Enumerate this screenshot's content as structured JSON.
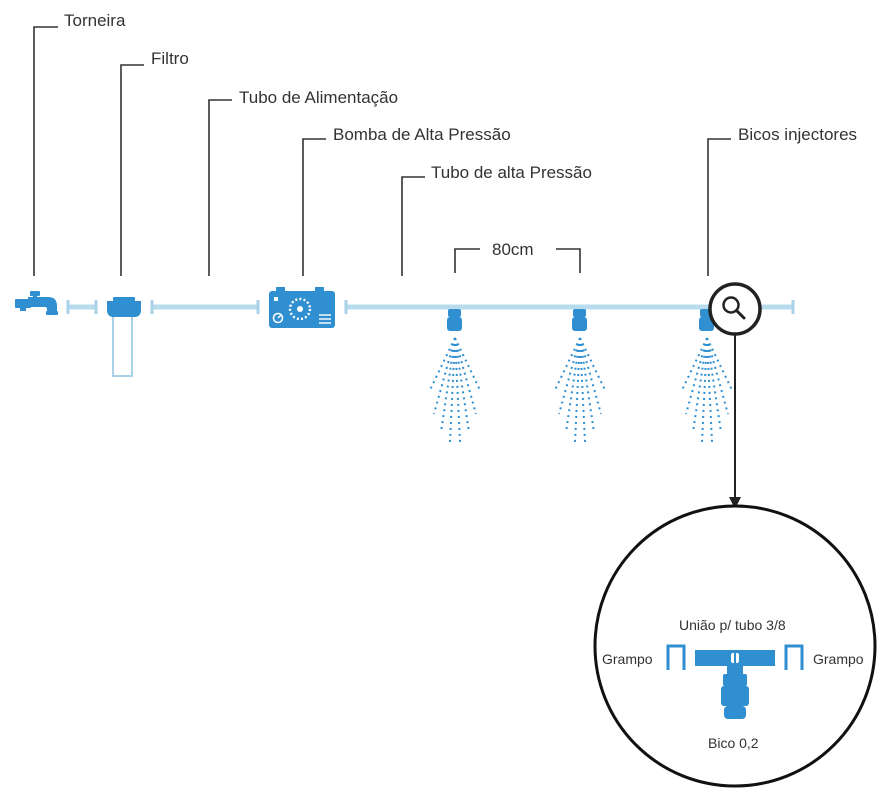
{
  "labels": {
    "torneira": "Torneira",
    "filtro": "Filtro",
    "tubo_alimentacao": "Tubo de Alimentação",
    "bomba": "Bomba de Alta Pressão",
    "tubo_alta_pressao": "Tubo de alta Pressão",
    "bicos": "Bicos injectores",
    "distance": "80cm"
  },
  "detail": {
    "uniao": "União p/ tubo 3/8",
    "grampo_left": "Grampo",
    "grampo_right": "Grampo",
    "bico": "Bico 0,2"
  },
  "icons": [
    "faucet-icon",
    "filter-icon",
    "pump-icon",
    "nozzle-icon",
    "magnifier-icon",
    "spray-icon"
  ],
  "colors": {
    "pipe": "#b8dcee",
    "equipment": "#2f8fd0",
    "text": "#333333",
    "outline": "#222222"
  }
}
